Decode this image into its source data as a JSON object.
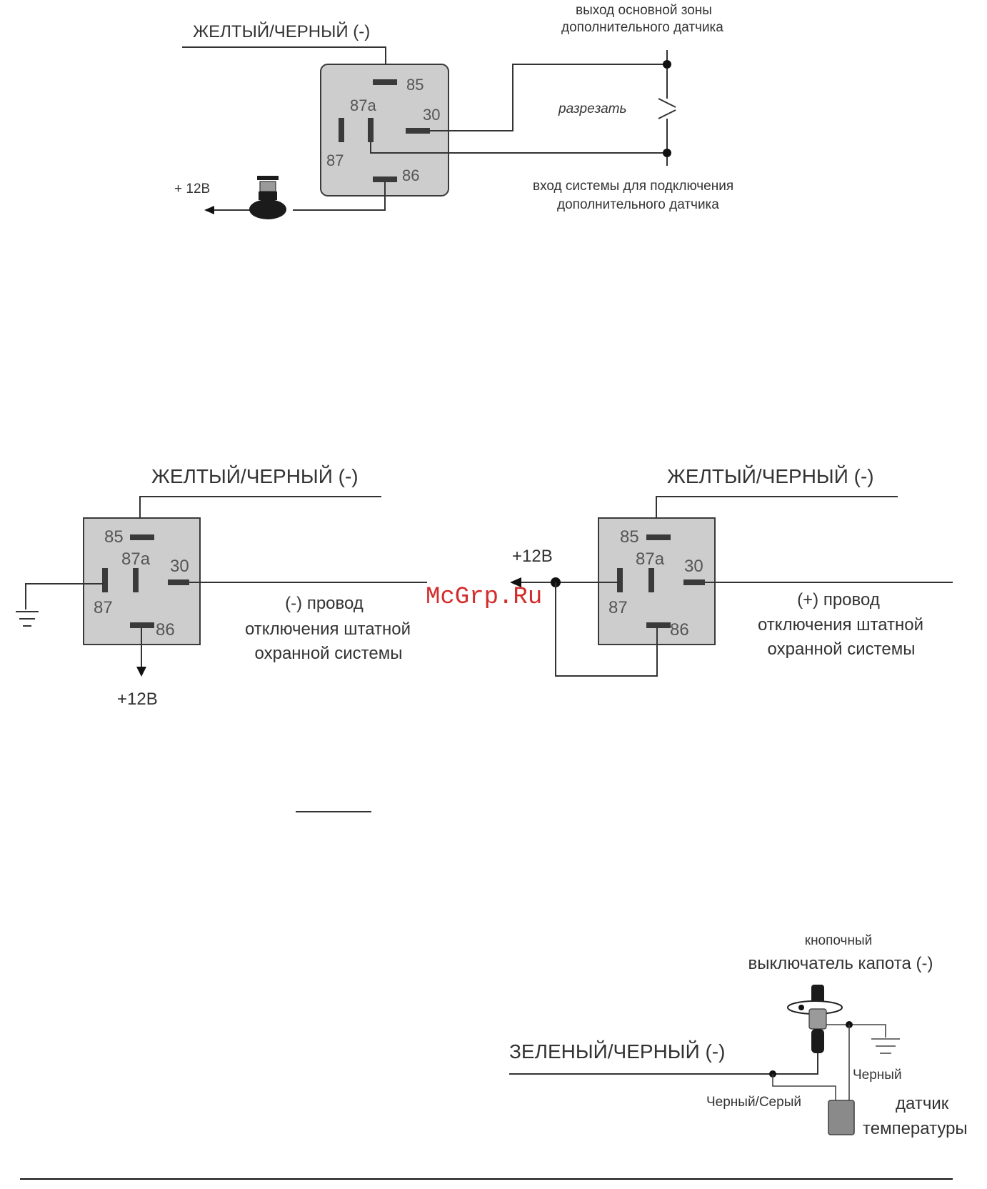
{
  "top": {
    "wire_label": "ЖЕЛТЫЙ/ЧЕРНЫЙ (-)",
    "pins": {
      "p85": "85",
      "p87a": "87a",
      "p30": "30",
      "p87": "87",
      "p86": "86"
    },
    "out_label_line1": "выход основной зоны",
    "out_label_line2": "дополнительного датчика",
    "cut_label": "разрезать",
    "in_label_line1": "вход системы для подключения",
    "in_label_line2": "дополнительного датчика",
    "plus_label": "+ 12В"
  },
  "left": {
    "wire_label": "ЖЕЛТЫЙ/ЧЕРНЫЙ (-)",
    "pins": {
      "p85": "85",
      "p87a": "87a",
      "p30": "30",
      "p87": "87",
      "p86": "86"
    },
    "desc_line1": "(-) провод",
    "desc_line2": "отключения штатной",
    "desc_line3": "охранной системы",
    "plus_label": "+12В"
  },
  "right": {
    "wire_label": "ЖЕЛТЫЙ/ЧЕРНЫЙ (-)",
    "pins": {
      "p85": "85",
      "p87a": "87a",
      "p30": "30",
      "p87": "87",
      "p86": "86"
    },
    "desc_line1": "(+) провод",
    "desc_line2": "отключения штатной",
    "desc_line3": "охранной системы",
    "plus_label": "+12В"
  },
  "watermark": "McGrp.Ru",
  "hood": {
    "switch_line1": "кнопочный",
    "switch_line2": "выключатель капота (-)",
    "wire_label": "ЗЕЛЕНЫЙ/ЧЕРНЫЙ  (-)",
    "black_label": "Черный",
    "black_gray_label": "Черный/Серый",
    "sensor_line1": "датчик",
    "sensor_line2": "температуры"
  },
  "colors": {
    "relay_fill": "#cdcdcd",
    "wire": "#333333",
    "watermark": "#d42b2b"
  }
}
